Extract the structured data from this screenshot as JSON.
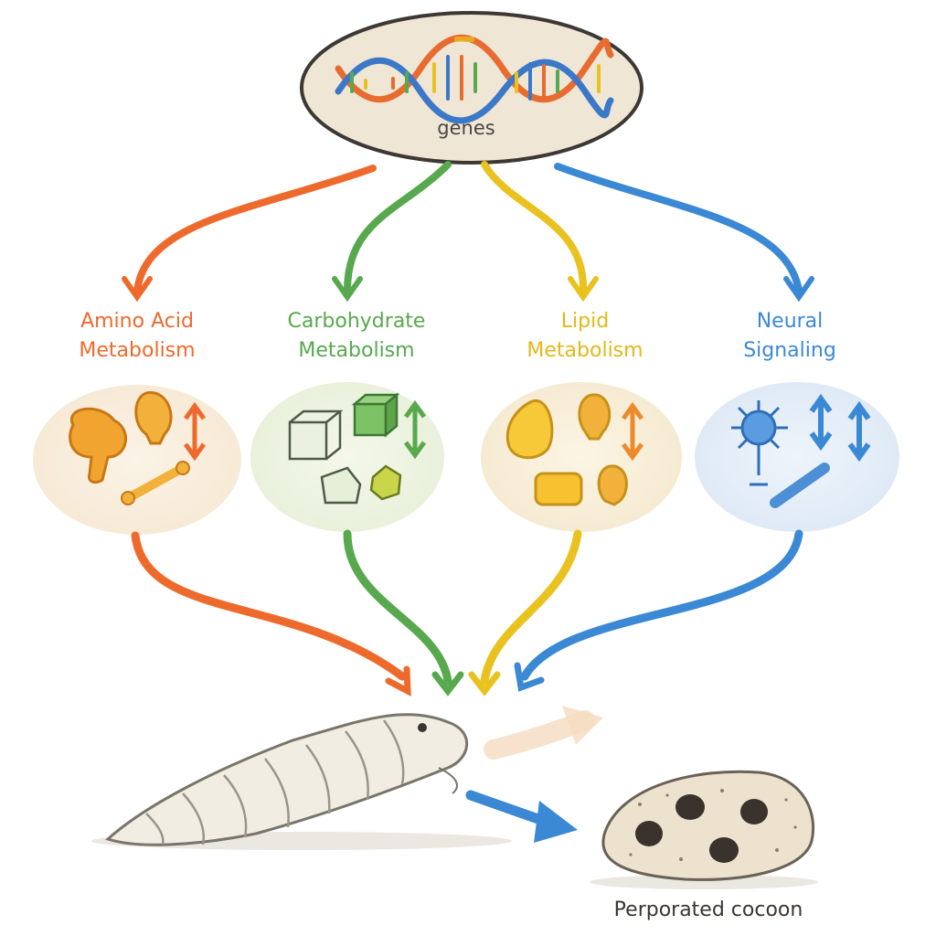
{
  "genes": {
    "label": "genes"
  },
  "pathways": [
    {
      "id": "amino",
      "line1": "Amino Acid",
      "line2": "Metabolism",
      "color": "#ee6a2c"
    },
    {
      "id": "carb",
      "line1": "Carbohydrate",
      "line2": "Metabolism",
      "color": "#58a84e"
    },
    {
      "id": "lipid",
      "line1": "Lipid",
      "line2": "Metabolism",
      "color": "#e9c21f"
    },
    {
      "id": "neural",
      "line1": "Neural",
      "line2": "Signaling",
      "color": "#3b88d4"
    }
  ],
  "outcome": {
    "label": "Perporated cocoon"
  },
  "colors": {
    "orange": "#ee6a2c",
    "green": "#58a84e",
    "yellow": "#e9c21f",
    "blue": "#3b88d4",
    "larva": "#f2ede2",
    "cocoon": "#ece2cd"
  }
}
